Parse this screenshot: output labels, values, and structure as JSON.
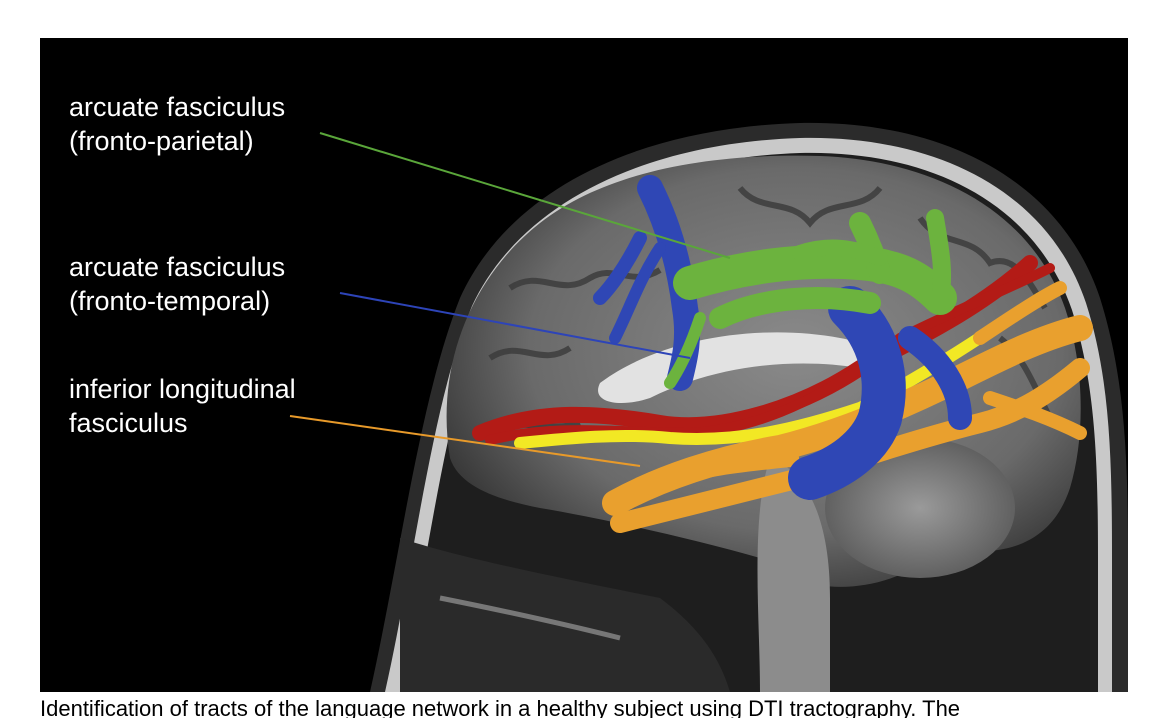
{
  "labels": [
    {
      "line1": "arcuate fasciculus",
      "line2": "(fronto-parietal)",
      "color": "#5aa63a"
    },
    {
      "line1": "arcuate fasciculus",
      "line2": "(fronto-temporal)",
      "color": "#2d44b8"
    },
    {
      "line1": "inferior longitudinal",
      "line2": "fasciculus",
      "color": "#e89a2a"
    }
  ],
  "caption": "Identification of tracts of the language network in a healthy subject using DTI tractography. The",
  "colors": {
    "green_tract": "#6cb33e",
    "blue_tract": "#2f47b5",
    "red_tract": "#b31b16",
    "yellow_tract": "#f2e824",
    "orange_tract": "#e9a02e",
    "background": "#000000"
  }
}
